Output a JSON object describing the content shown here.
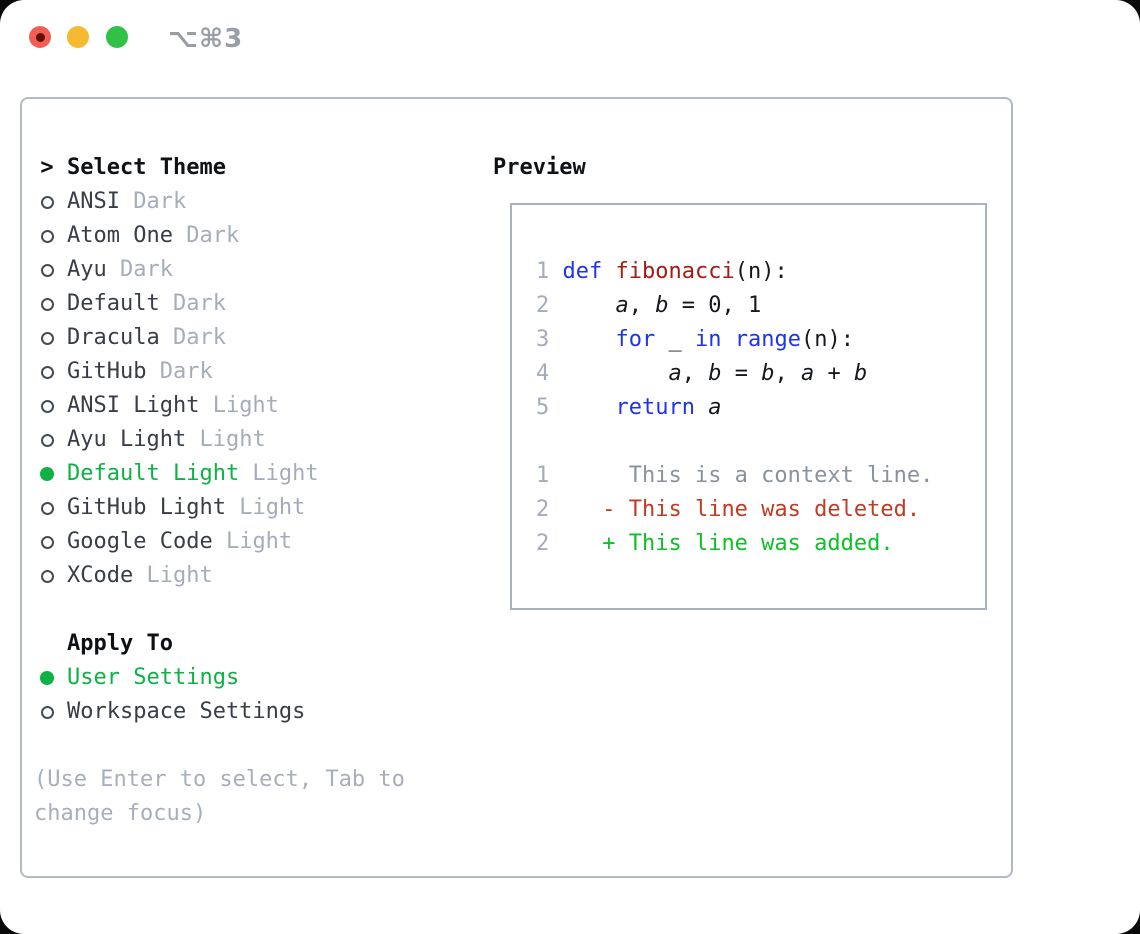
{
  "window": {
    "shortcut": "⌥⌘3",
    "traffic_lights": [
      {
        "name": "close",
        "color": "#f25e54"
      },
      {
        "name": "minimize",
        "color": "#f6ba31"
      },
      {
        "name": "zoom",
        "color": "#30c146"
      }
    ]
  },
  "theme_list": {
    "cursor": ">",
    "title": "Select Theme",
    "items": [
      {
        "name": "ANSI",
        "tag": "Dark",
        "selected": false
      },
      {
        "name": "Atom One",
        "tag": "Dark",
        "selected": false
      },
      {
        "name": "Ayu",
        "tag": "Dark",
        "selected": false
      },
      {
        "name": "Default",
        "tag": "Dark",
        "selected": false
      },
      {
        "name": "Dracula",
        "tag": "Dark",
        "selected": false
      },
      {
        "name": "GitHub",
        "tag": "Dark",
        "selected": false
      },
      {
        "name": "ANSI Light",
        "tag": "Light",
        "selected": false
      },
      {
        "name": "Ayu Light",
        "tag": "Light",
        "selected": false
      },
      {
        "name": "Default Light",
        "tag": "Light",
        "selected": true
      },
      {
        "name": "GitHub Light",
        "tag": "Light",
        "selected": false
      },
      {
        "name": "Google Code",
        "tag": "Light",
        "selected": false
      },
      {
        "name": "XCode",
        "tag": "Light",
        "selected": false
      }
    ]
  },
  "apply_to": {
    "title": "Apply To",
    "options": [
      {
        "label": "User Settings",
        "selected": true
      },
      {
        "label": "Workspace Settings",
        "selected": false
      }
    ]
  },
  "help_text": "(Use Enter to select, Tab to change focus)",
  "preview": {
    "title": "Preview",
    "code_lines": [
      {
        "num": "1",
        "tokens": [
          {
            "t": "def",
            "s": "keyword"
          },
          {
            "t": " ",
            "s": "plain"
          },
          {
            "t": "fibonacci",
            "s": "function"
          },
          {
            "t": "(n):",
            "s": "plain"
          }
        ]
      },
      {
        "num": "2",
        "tokens": [
          {
            "t": "    ",
            "s": "plain"
          },
          {
            "t": "a",
            "s": "variable"
          },
          {
            "t": ", ",
            "s": "plain"
          },
          {
            "t": "b",
            "s": "variable"
          },
          {
            "t": " = 0, 1",
            "s": "plain"
          }
        ]
      },
      {
        "num": "3",
        "tokens": [
          {
            "t": "    ",
            "s": "plain"
          },
          {
            "t": "for",
            "s": "keyword"
          },
          {
            "t": " _ ",
            "s": "plain"
          },
          {
            "t": "in",
            "s": "keyword"
          },
          {
            "t": " ",
            "s": "plain"
          },
          {
            "t": "range",
            "s": "builtin"
          },
          {
            "t": "(n):",
            "s": "plain"
          }
        ]
      },
      {
        "num": "4",
        "tokens": [
          {
            "t": "        ",
            "s": "plain"
          },
          {
            "t": "a",
            "s": "variable"
          },
          {
            "t": ", ",
            "s": "plain"
          },
          {
            "t": "b",
            "s": "variable"
          },
          {
            "t": " = ",
            "s": "plain"
          },
          {
            "t": "b",
            "s": "variable"
          },
          {
            "t": ", ",
            "s": "plain"
          },
          {
            "t": "a",
            "s": "variable"
          },
          {
            "t": " + ",
            "s": "plain"
          },
          {
            "t": "b",
            "s": "variable"
          }
        ]
      },
      {
        "num": "5",
        "tokens": [
          {
            "t": "    ",
            "s": "plain"
          },
          {
            "t": "return",
            "s": "keyword"
          },
          {
            "t": " ",
            "s": "plain"
          },
          {
            "t": "a",
            "s": "variable"
          }
        ]
      }
    ],
    "diff_lines": [
      {
        "num": "1",
        "marker": " ",
        "text": "This is a context line.",
        "kind": "context"
      },
      {
        "num": "2",
        "marker": "-",
        "text": "This line was deleted.",
        "kind": "deleted"
      },
      {
        "num": "2",
        "marker": "+",
        "text": "This line was added.",
        "kind": "added"
      }
    ]
  },
  "colors": {
    "selected_green": "#0db245",
    "added_green": "#0cc127",
    "deleted_red": "#c23b22",
    "keyword_blue": "#1d35e6",
    "function_darkred": "#a61b11",
    "muted_gray": "#a6adba",
    "context_gray": "#8a929d",
    "text_dark": "#383d47",
    "border_gray": "#b3bac4"
  }
}
